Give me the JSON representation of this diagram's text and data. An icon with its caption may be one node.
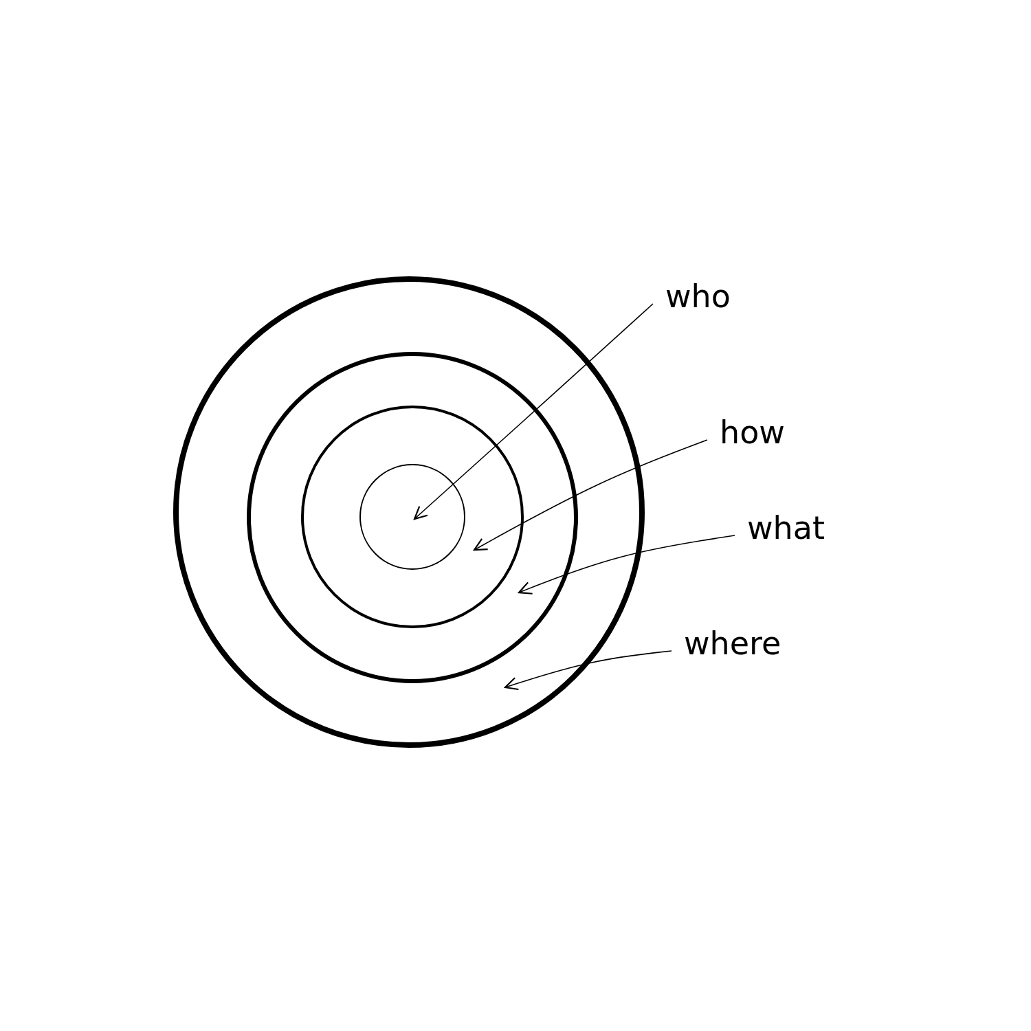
{
  "diagram": {
    "nodes": [
      {
        "text": [],
        "shape": "circle"
      },
      {
        "text": [],
        "shape": "circle",
        "in": 0
      },
      {
        "text": [],
        "shape": "circle",
        "in": 1
      },
      {
        "text": [],
        "shape": "circle",
        "in": 2
      },
      {
        "text": [
          "who"
        ]
      },
      {
        "text": [
          "how"
        ]
      },
      {
        "text": [
          "what"
        ]
      },
      {
        "text": [
          "where"
        ]
      }
    ],
    "edges": [
      {
        "from": 4,
        "to": 3,
        "arrow": "to"
      },
      {
        "from": 5,
        "to": 2,
        "arrow": "to"
      },
      {
        "from": 6,
        "to": 1,
        "arrow": "to"
      },
      {
        "from": 7,
        "to": 0,
        "arrow": "to"
      }
    ]
  }
}
